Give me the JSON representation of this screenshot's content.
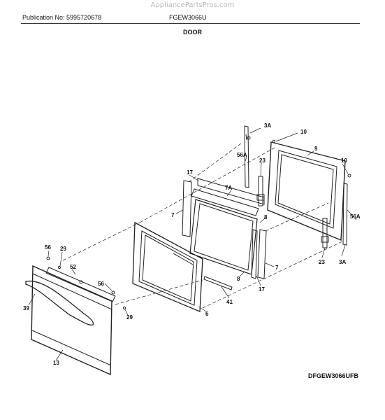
{
  "header": {
    "watermark": "AppliancePartsPros.com",
    "publication": "Publication No: 5995720678",
    "model": "FGEW3066U",
    "section": "DOOR"
  },
  "footer": {
    "diagram_ref": "DFGEW3066UFB"
  },
  "callouts": {
    "c3a_top": "3A",
    "c10_top": "10",
    "c9": "9",
    "c56a_top": "56A",
    "c10_right": "10",
    "c23_top": "23",
    "c17_top": "17",
    "c7a": "7A",
    "c56a_right": "56A",
    "c8_top": "8",
    "c7_left": "7",
    "c23_bottom": "23",
    "c3a_bottom": "3A",
    "c7_right": "7",
    "c17_bottom": "17",
    "c8_bottom": "8",
    "c41": "41",
    "c6": "6",
    "c56_left": "56",
    "c29_top": "29",
    "c52": "52",
    "c56_mid": "56",
    "c39": "39",
    "c29_bottom": "29",
    "c13": "13"
  }
}
